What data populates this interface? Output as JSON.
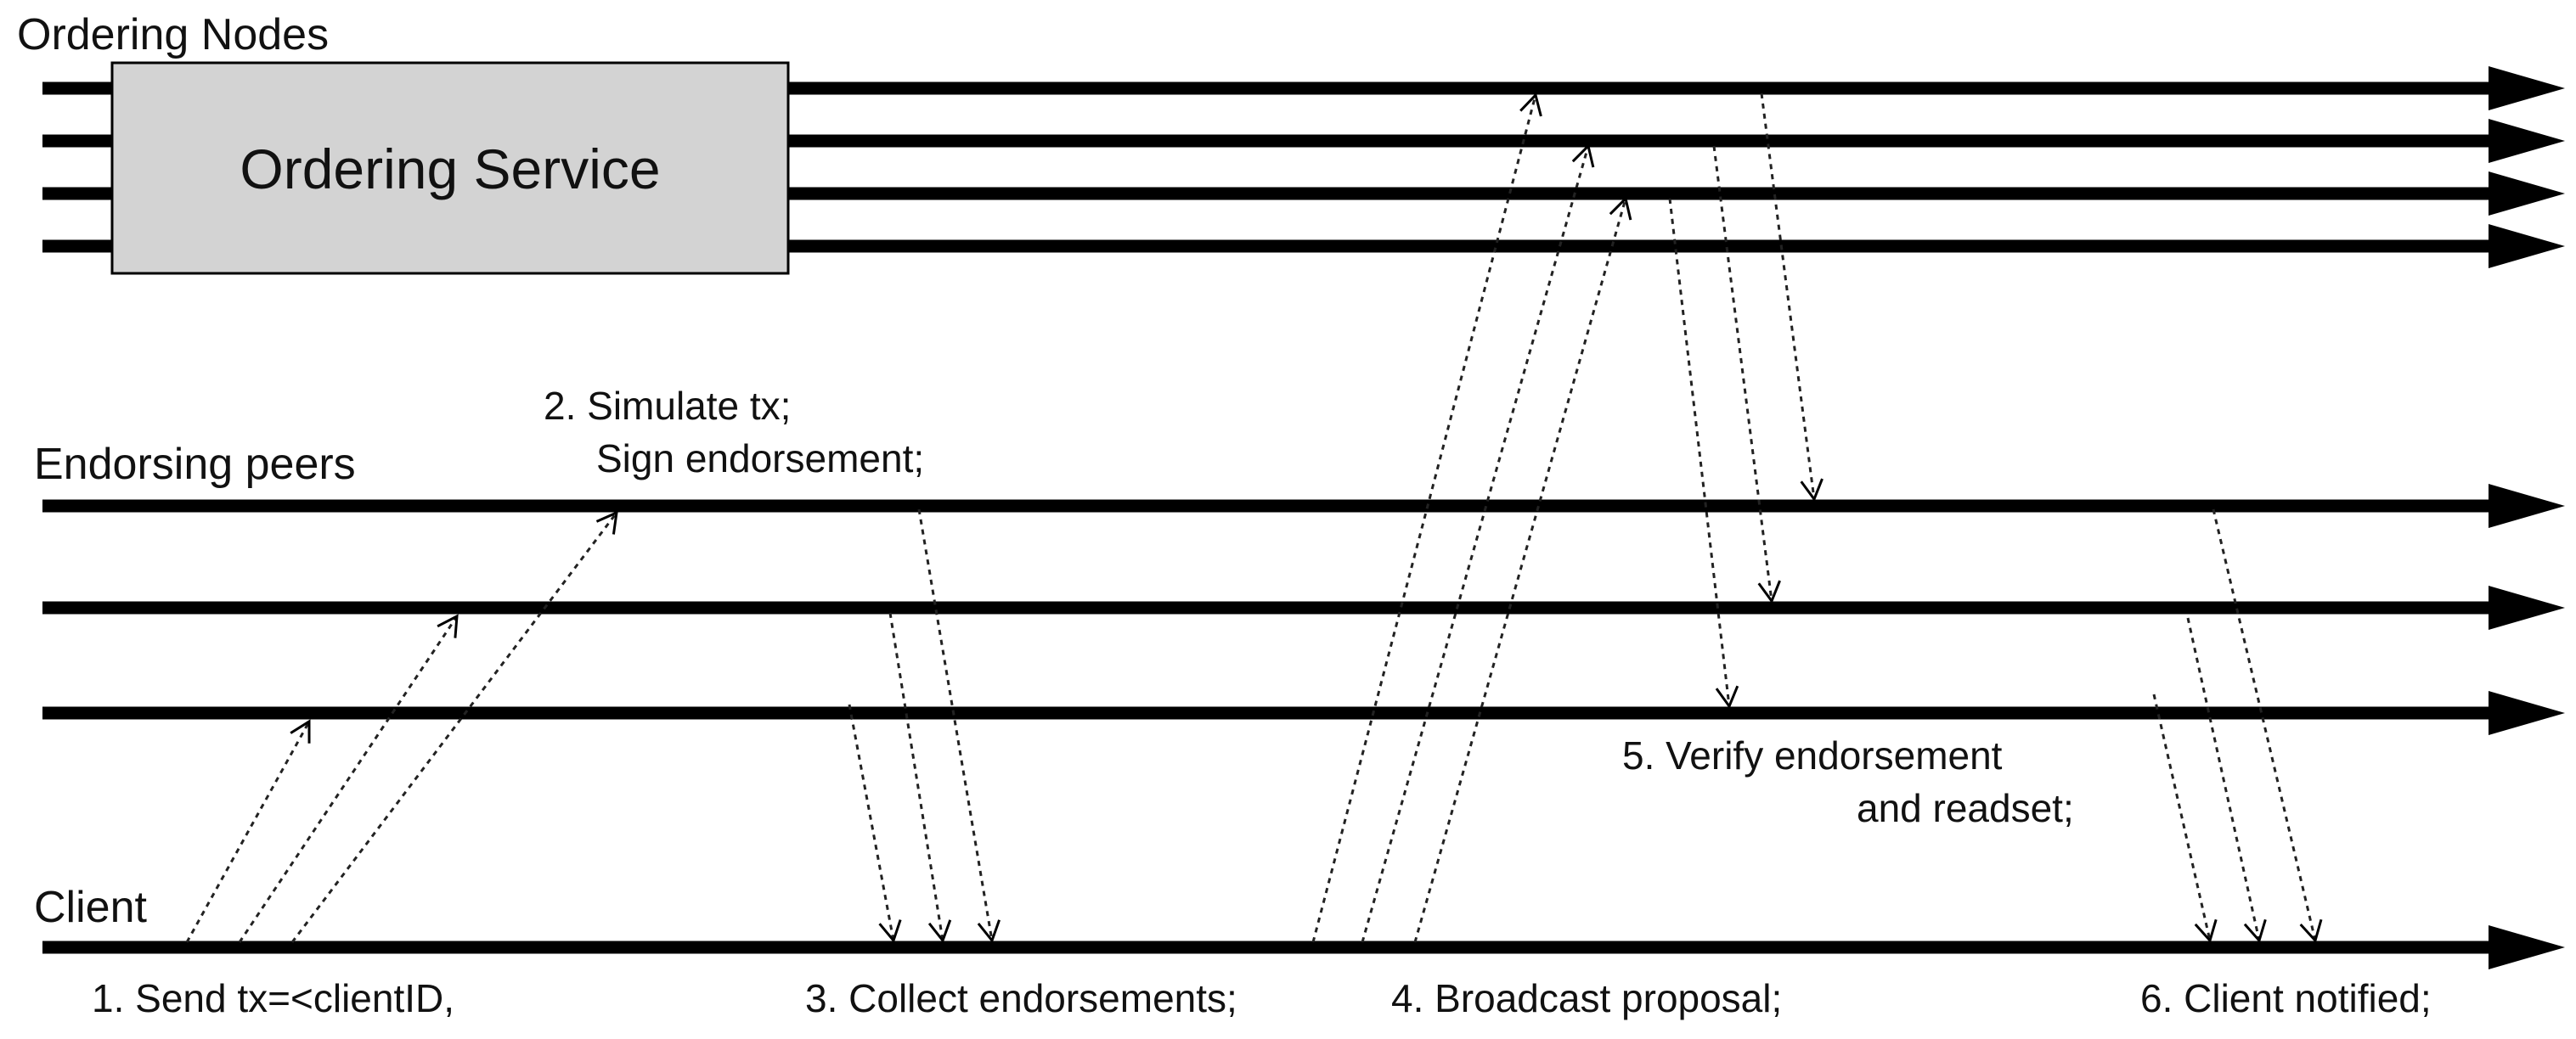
{
  "colors": {
    "background": "#ffffff",
    "line": "#000000",
    "service_fill": "#d3d3d3",
    "text": "#111111"
  },
  "lanes": {
    "ordering_nodes": "Ordering Nodes",
    "endorsing_peers": "Endorsing peers",
    "client": "Client"
  },
  "ordering_service": "Ordering Service",
  "steps": {
    "s1": "1. Send tx=<clientID,",
    "s2_line1": "2. Simulate tx;",
    "s2_line2": "Sign endorsement;",
    "s3": "3. Collect endorsements;",
    "s4": "4. Broadcast proposal;",
    "s5_line1": "5. Verify endorsement",
    "s5_line2": "and readset;",
    "s6": "6. Client notified;"
  }
}
